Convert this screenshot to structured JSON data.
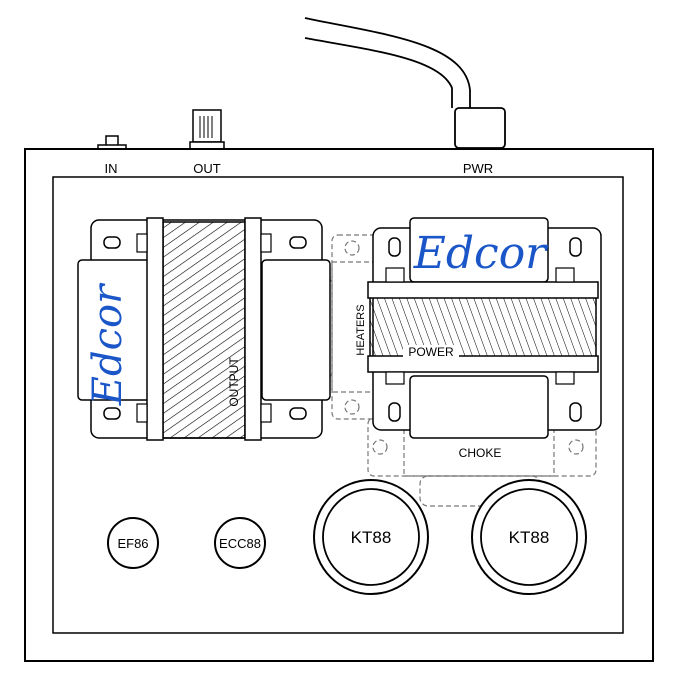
{
  "labels": {
    "in": "IN",
    "out": "OUT",
    "pwr": "PWR",
    "output": "OUTPUT",
    "heaters": "HEATERS",
    "power": "POWER",
    "choke": "CHOKE"
  },
  "brand": {
    "output_transformer": "Edcor",
    "power_transformer": "Edcor",
    "color": "#1a56c8"
  },
  "tubes": {
    "ef86": "EF86",
    "ecc88": "ECC88",
    "kt88_left": "KT88",
    "kt88_right": "KT88"
  }
}
